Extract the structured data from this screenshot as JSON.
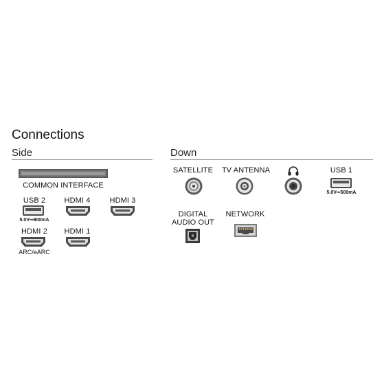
{
  "title": "Connections",
  "sections": {
    "side": {
      "label": "Side",
      "common_interface": "COMMON INTERFACE",
      "usb2": {
        "label": "USB 2",
        "spec": "5.0V⎓900mA"
      },
      "hdmi4": {
        "label": "HDMI 4"
      },
      "hdmi3": {
        "label": "HDMI 3"
      },
      "hdmi2": {
        "label": "HDMI 2",
        "sub": "ARC/eARC"
      },
      "hdmi1": {
        "label": "HDMI 1"
      }
    },
    "down": {
      "label": "Down",
      "satellite": "SATELLITE",
      "tv_antenna": "TV ANTENNA",
      "headphone": "headphone-icon",
      "usb1": {
        "label": "USB 1",
        "spec": "5.0V⎓500mA"
      },
      "digital_audio_out": {
        "line1": "DIGITAL",
        "line2": "AUDIO OUT"
      },
      "network": "NETWORK"
    }
  }
}
